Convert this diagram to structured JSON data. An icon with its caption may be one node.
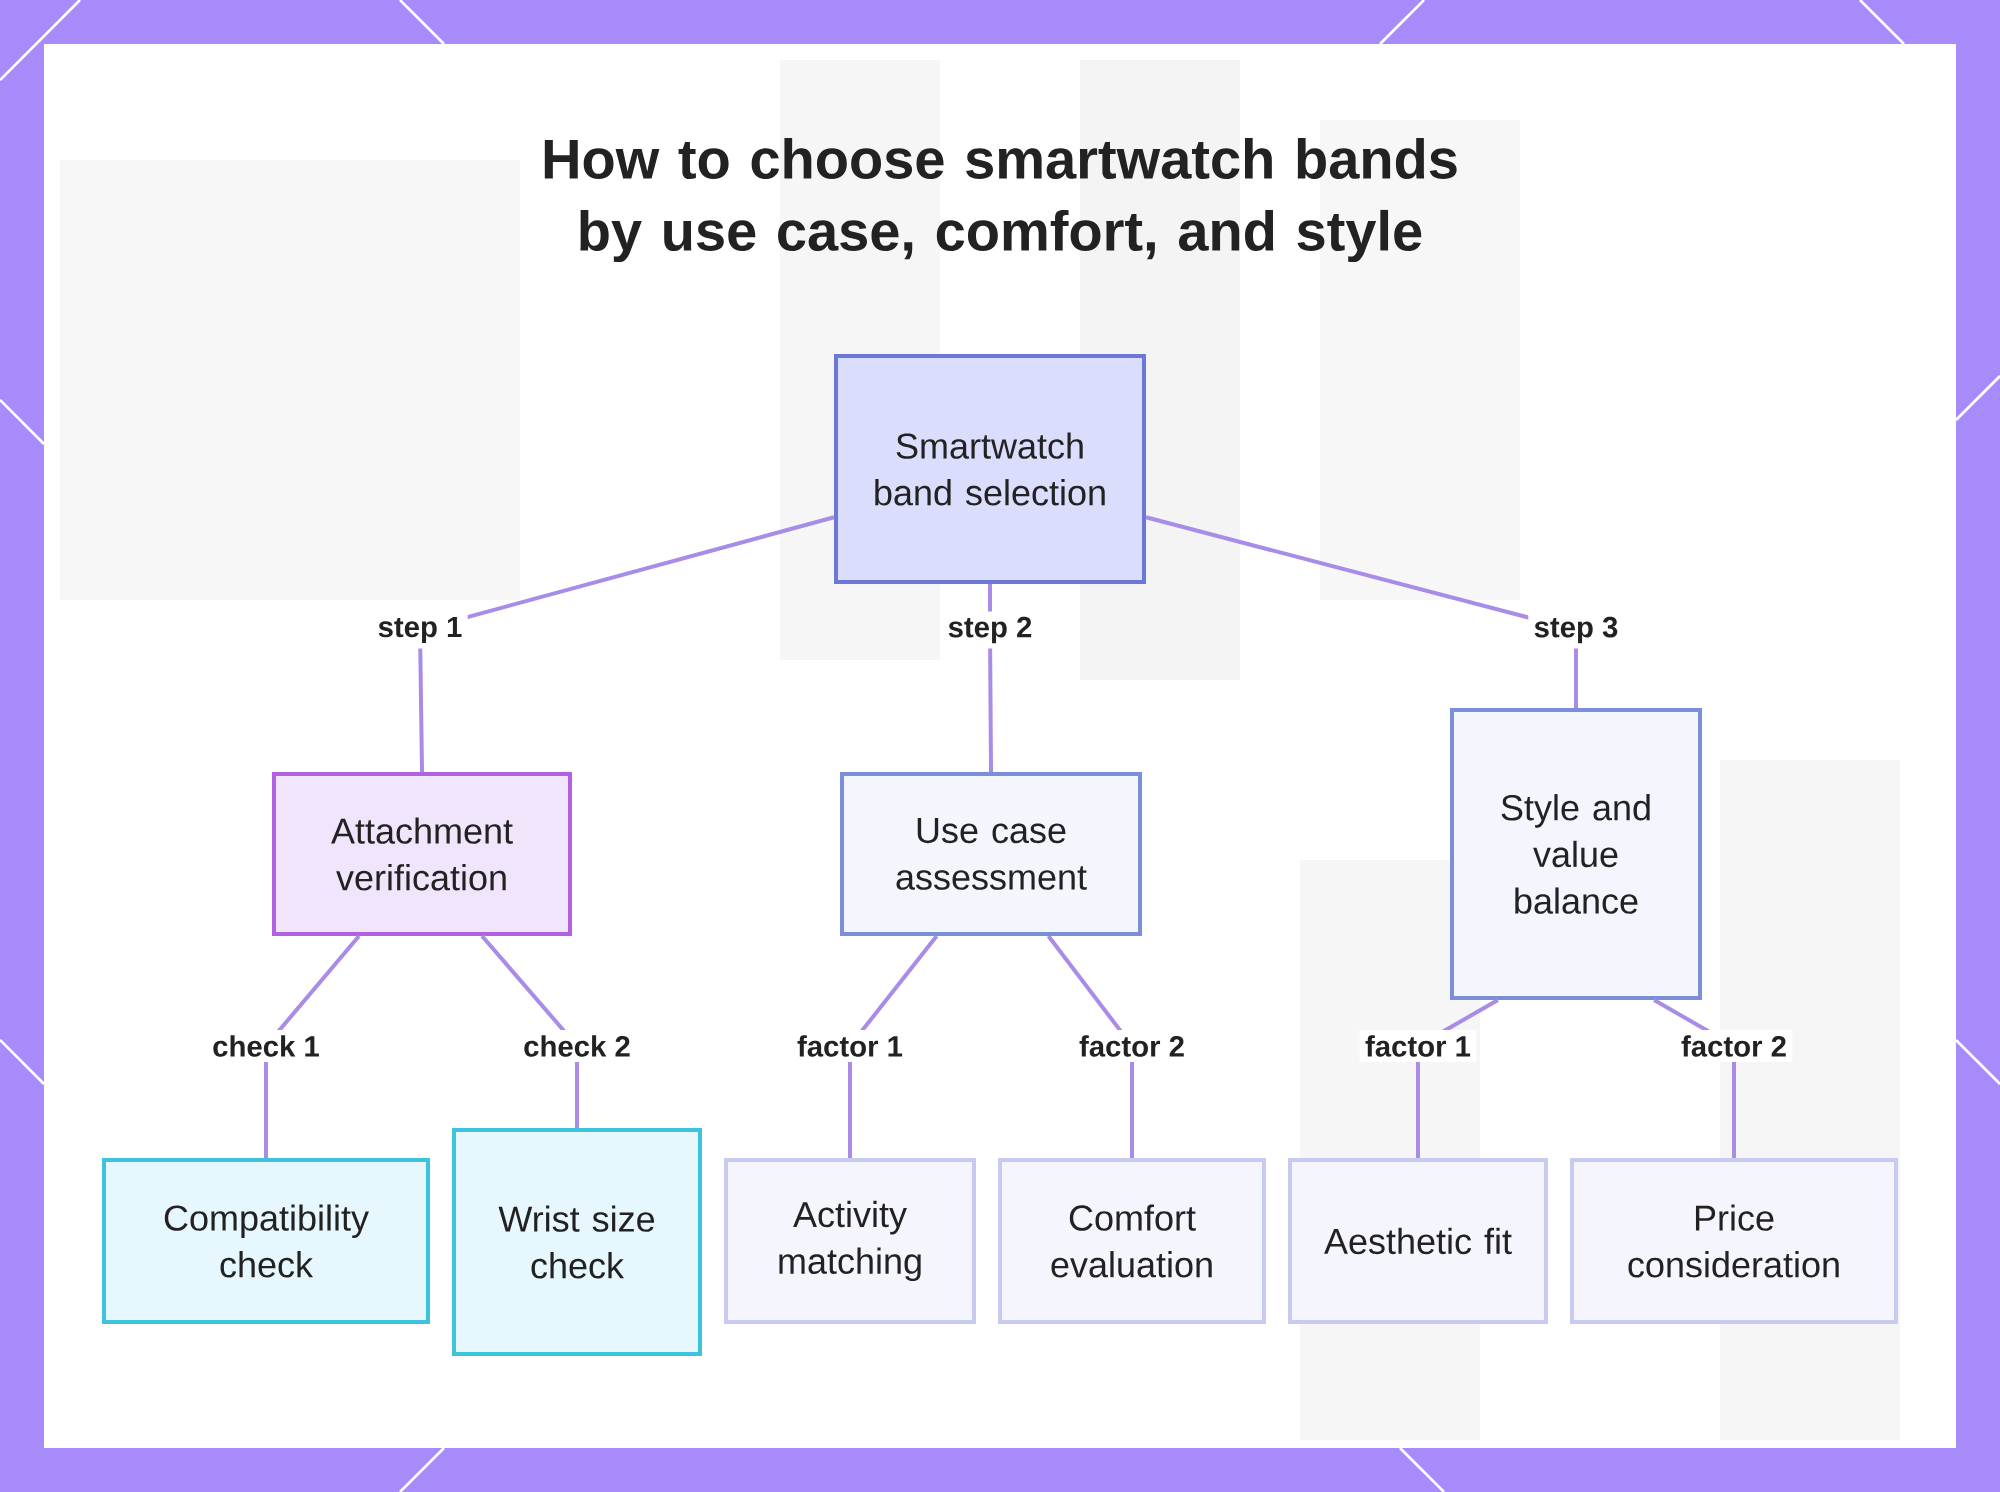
{
  "diagram": {
    "title": "How to choose smartwatch bands by use case, comfort, and style",
    "nodes": [
      {
        "text": [
          "Smartwatch band selection"
        ]
      },
      {
        "text": [
          "Attachment verification"
        ]
      },
      {
        "text": [
          "Use case assessment"
        ]
      },
      {
        "text": [
          "Style and value balance"
        ]
      },
      {
        "text": [
          "Compatibility check"
        ]
      },
      {
        "text": [
          "Wrist size check"
        ]
      },
      {
        "text": [
          "Activity matching"
        ]
      },
      {
        "text": [
          "Comfort evaluation"
        ]
      },
      {
        "text": [
          "Aesthetic fit"
        ]
      },
      {
        "text": [
          "Price consideration"
        ]
      }
    ],
    "edges": [
      {
        "from": 0,
        "to": 1,
        "arrow": "none",
        "label": "step 1"
      },
      {
        "from": 0,
        "to": 2,
        "arrow": "none",
        "label": "step 2"
      },
      {
        "from": 0,
        "to": 3,
        "arrow": "none",
        "label": "step 3"
      },
      {
        "from": 1,
        "to": 4,
        "arrow": "none",
        "label": "check 1"
      },
      {
        "from": 1,
        "to": 5,
        "arrow": "none",
        "label": "check 2"
      },
      {
        "from": 2,
        "to": 6,
        "arrow": "none",
        "label": "factor 1"
      },
      {
        "from": 2,
        "to": 7,
        "arrow": "none",
        "label": "factor 2"
      },
      {
        "from": 3,
        "to": 8,
        "arrow": "none",
        "label": "factor 1"
      },
      {
        "from": 3,
        "to": 9,
        "arrow": "none",
        "label": "factor 2"
      }
    ]
  }
}
